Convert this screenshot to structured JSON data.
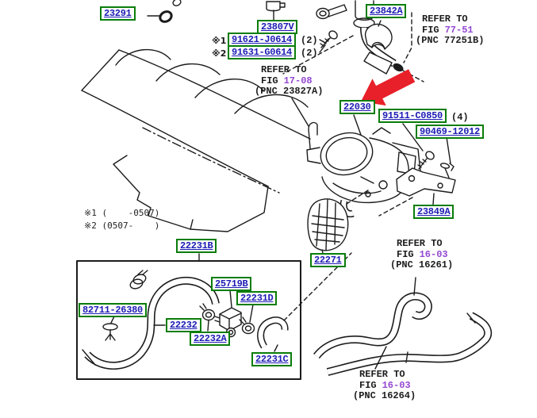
{
  "colors": {
    "part_number_blue": "#1c1cb4",
    "box_border_green": "#0a7d0a",
    "figure_link_purple": "#9448d2",
    "line_art_black": "#1c1c1c",
    "pointer_arrow_red": "#e8202a"
  },
  "part_labels": {
    "p23291": "23291",
    "p23807V": "23807V",
    "p23842A": "23842A",
    "p91621": "91621-J0614",
    "p91631": "91631-G0614",
    "p22030": "22030",
    "p91511": "91511-C0850",
    "p90469": "90469-12012",
    "p23849A": "23849A",
    "p22231B": "22231B",
    "p82711": "82711-26380",
    "p22232": "22232",
    "p25719B": "25719B",
    "p22231D": "22231D",
    "p22232A": "22232A",
    "p22231C": "22231C",
    "p22271": "22271"
  },
  "marks": {
    "mark1": "※1",
    "mark2": "※2"
  },
  "quantities": {
    "q91621": "(2)",
    "q91631": "(2)",
    "q91511": "(4)"
  },
  "refer_blocks": {
    "fig7751": {
      "line1": "REFER TO",
      "fig_word": "FIG",
      "fig_num": "77-51",
      "pnc": "(PNC 77251B)"
    },
    "fig1708": {
      "line1": "REFER TO",
      "fig_word": "FIG",
      "fig_num": "17-08",
      "pnc": "(PNC 23827A)"
    },
    "fig16261": {
      "line1": "REFER TO",
      "fig_word": "FIG",
      "fig_num": "16-03",
      "pnc": "(PNC 16261)"
    },
    "fig16264": {
      "line1": "REFER TO",
      "fig_word": "FIG",
      "fig_num": "16-03",
      "pnc": "(PNC 16264)"
    }
  },
  "footnotes": {
    "note1": "※1 (    -0507)",
    "note2": "※2 (0507-    )"
  }
}
